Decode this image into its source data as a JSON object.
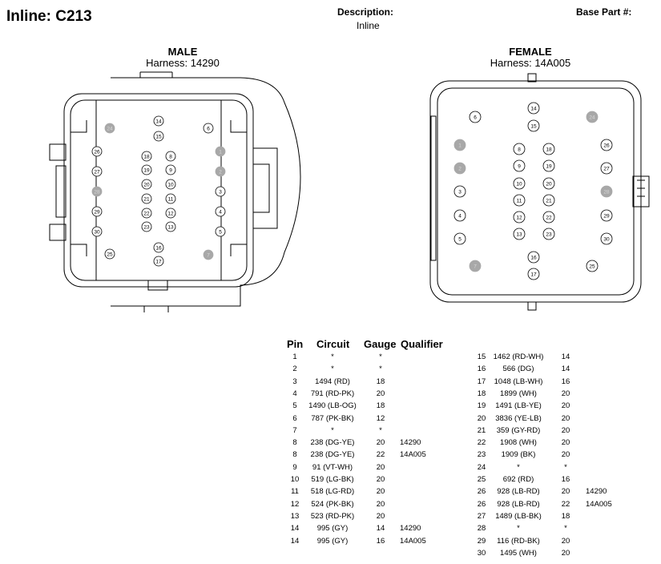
{
  "title": "Inline: C213",
  "description_label": "Description:",
  "description_value": "Inline",
  "base_part_label": "Base Part #:",
  "male": {
    "title": "MALE",
    "harness": "Harness: 14290",
    "pins": [
      {
        "label": "14",
        "filled": false
      },
      {
        "label": "15",
        "filled": false
      },
      {
        "label": "24",
        "filled": true
      },
      {
        "label": "6",
        "filled": false
      },
      {
        "label": "26",
        "filled": false
      },
      {
        "label": "1",
        "filled": true
      },
      {
        "label": "27",
        "filled": false
      },
      {
        "label": "2",
        "filled": true
      },
      {
        "label": "28",
        "filled": true
      },
      {
        "label": "3",
        "filled": false
      },
      {
        "label": "29",
        "filled": false
      },
      {
        "label": "4",
        "filled": false
      },
      {
        "label": "30",
        "filled": false
      },
      {
        "label": "5",
        "filled": false
      },
      {
        "label": "25",
        "filled": false
      },
      {
        "label": "7",
        "filled": true
      },
      {
        "label": "18",
        "filled": false
      },
      {
        "label": "8",
        "filled": false
      },
      {
        "label": "19",
        "filled": false
      },
      {
        "label": "9",
        "filled": false
      },
      {
        "label": "20",
        "filled": false
      },
      {
        "label": "10",
        "filled": false
      },
      {
        "label": "21",
        "filled": false
      },
      {
        "label": "11",
        "filled": false
      },
      {
        "label": "22",
        "filled": false
      },
      {
        "label": "12",
        "filled": false
      },
      {
        "label": "23",
        "filled": false
      },
      {
        "label": "13",
        "filled": false
      },
      {
        "label": "16",
        "filled": false
      },
      {
        "label": "17",
        "filled": false
      }
    ]
  },
  "female": {
    "title": "FEMALE",
    "harness": "Harness: 14A005",
    "pins": [
      {
        "label": "14",
        "filled": false
      },
      {
        "label": "15",
        "filled": false
      },
      {
        "label": "6",
        "filled": false
      },
      {
        "label": "24",
        "filled": true
      },
      {
        "label": "1",
        "filled": true
      },
      {
        "label": "26",
        "filled": false
      },
      {
        "label": "2",
        "filled": true
      },
      {
        "label": "27",
        "filled": false
      },
      {
        "label": "3",
        "filled": false
      },
      {
        "label": "28",
        "filled": true
      },
      {
        "label": "4",
        "filled": false
      },
      {
        "label": "29",
        "filled": false
      },
      {
        "label": "5",
        "filled": false
      },
      {
        "label": "30",
        "filled": false
      },
      {
        "label": "7",
        "filled": true
      },
      {
        "label": "25",
        "filled": false
      },
      {
        "label": "8",
        "filled": false
      },
      {
        "label": "18",
        "filled": false
      },
      {
        "label": "9",
        "filled": false
      },
      {
        "label": "19",
        "filled": false
      },
      {
        "label": "10",
        "filled": false
      },
      {
        "label": "20",
        "filled": false
      },
      {
        "label": "11",
        "filled": false
      },
      {
        "label": "21",
        "filled": false
      },
      {
        "label": "12",
        "filled": false
      },
      {
        "label": "22",
        "filled": false
      },
      {
        "label": "13",
        "filled": false
      },
      {
        "label": "23",
        "filled": false
      },
      {
        "label": "16",
        "filled": false
      },
      {
        "label": "17",
        "filled": false
      }
    ]
  },
  "table": {
    "headers": {
      "pin": "Pin",
      "circuit": "Circuit",
      "gauge": "Gauge",
      "qualifier": "Qualifier"
    },
    "left": [
      {
        "pin": "1",
        "circuit": "*",
        "gauge": "*",
        "qualifier": ""
      },
      {
        "pin": "2",
        "circuit": "*",
        "gauge": "*",
        "qualifier": ""
      },
      {
        "pin": "3",
        "circuit": "1494 (RD)",
        "gauge": "18",
        "qualifier": ""
      },
      {
        "pin": "4",
        "circuit": "791 (RD-PK)",
        "gauge": "20",
        "qualifier": ""
      },
      {
        "pin": "5",
        "circuit": "1490 (LB-OG)",
        "gauge": "18",
        "qualifier": ""
      },
      {
        "pin": "6",
        "circuit": "787 (PK-BK)",
        "gauge": "12",
        "qualifier": ""
      },
      {
        "pin": "7",
        "circuit": "*",
        "gauge": "*",
        "qualifier": ""
      },
      {
        "pin": "8",
        "circuit": "238 (DG-YE)",
        "gauge": "20",
        "qualifier": "14290"
      },
      {
        "pin": "8",
        "circuit": "238 (DG-YE)",
        "gauge": "22",
        "qualifier": "14A005"
      },
      {
        "pin": "9",
        "circuit": "91 (VT-WH)",
        "gauge": "20",
        "qualifier": ""
      },
      {
        "pin": "10",
        "circuit": "519 (LG-BK)",
        "gauge": "20",
        "qualifier": ""
      },
      {
        "pin": "11",
        "circuit": "518 (LG-RD)",
        "gauge": "20",
        "qualifier": ""
      },
      {
        "pin": "12",
        "circuit": "524 (PK-BK)",
        "gauge": "20",
        "qualifier": ""
      },
      {
        "pin": "13",
        "circuit": "523 (RD-PK)",
        "gauge": "20",
        "qualifier": ""
      },
      {
        "pin": "14",
        "circuit": "995 (GY)",
        "gauge": "14",
        "qualifier": "14290"
      },
      {
        "pin": "14",
        "circuit": "995 (GY)",
        "gauge": "16",
        "qualifier": "14A005"
      }
    ],
    "right": [
      {
        "pin": "15",
        "circuit": "1462 (RD-WH)",
        "gauge": "14",
        "qualifier": ""
      },
      {
        "pin": "16",
        "circuit": "566 (DG)",
        "gauge": "14",
        "qualifier": ""
      },
      {
        "pin": "17",
        "circuit": "1048 (LB-WH)",
        "gauge": "16",
        "qualifier": ""
      },
      {
        "pin": "18",
        "circuit": "1899 (WH)",
        "gauge": "20",
        "qualifier": ""
      },
      {
        "pin": "19",
        "circuit": "1491 (LB-YE)",
        "gauge": "20",
        "qualifier": ""
      },
      {
        "pin": "20",
        "circuit": "3836 (YE-LB)",
        "gauge": "20",
        "qualifier": ""
      },
      {
        "pin": "21",
        "circuit": "359 (GY-RD)",
        "gauge": "20",
        "qualifier": ""
      },
      {
        "pin": "22",
        "circuit": "1908 (WH)",
        "gauge": "20",
        "qualifier": ""
      },
      {
        "pin": "23",
        "circuit": "1909 (BK)",
        "gauge": "20",
        "qualifier": ""
      },
      {
        "pin": "24",
        "circuit": "*",
        "gauge": "*",
        "qualifier": ""
      },
      {
        "pin": "25",
        "circuit": "692 (RD)",
        "gauge": "16",
        "qualifier": ""
      },
      {
        "pin": "26",
        "circuit": "928 (LB-RD)",
        "gauge": "20",
        "qualifier": "14290"
      },
      {
        "pin": "26",
        "circuit": "928 (LB-RD)",
        "gauge": "22",
        "qualifier": "14A005"
      },
      {
        "pin": "27",
        "circuit": "1489 (LB-BK)",
        "gauge": "18",
        "qualifier": ""
      },
      {
        "pin": "28",
        "circuit": "*",
        "gauge": "*",
        "qualifier": ""
      },
      {
        "pin": "29",
        "circuit": "116 (RD-BK)",
        "gauge": "20",
        "qualifier": ""
      },
      {
        "pin": "30",
        "circuit": "1495 (WH)",
        "gauge": "20",
        "qualifier": ""
      }
    ]
  }
}
